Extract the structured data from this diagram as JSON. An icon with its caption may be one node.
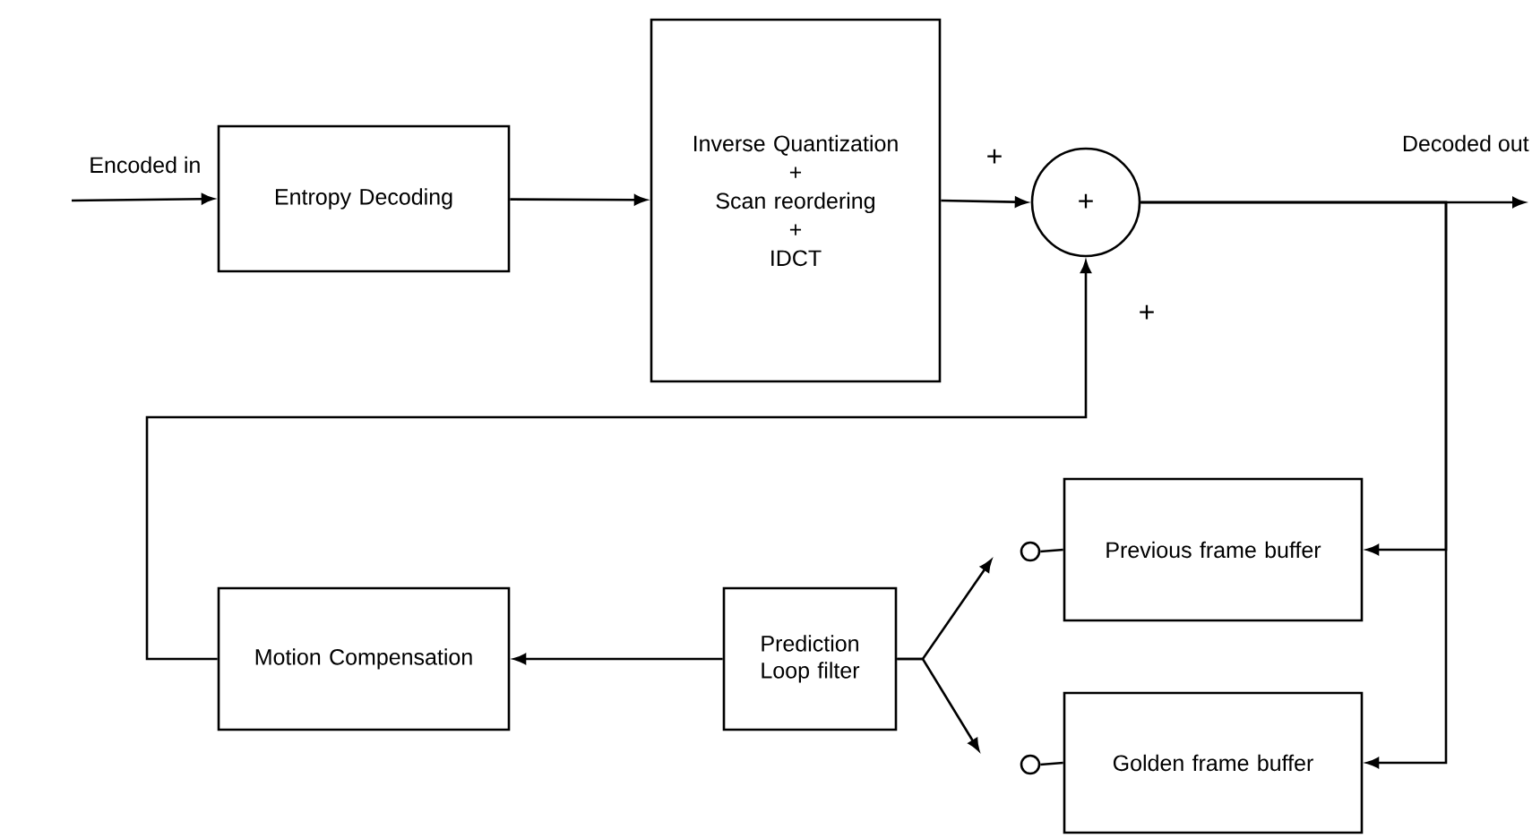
{
  "diagram": {
    "nodes": [
      {
        "text": [
          "Entropy Decoding"
        ]
      },
      {
        "text": [
          "Inverse Quantization",
          "+",
          "Scan reordering",
          "+",
          "IDCT"
        ]
      },
      {
        "text": [
          "+"
        ]
      },
      {
        "text": [
          "Previous frame buffer"
        ]
      },
      {
        "text": [
          "Golden frame buffer"
        ]
      },
      {
        "text": [
          "Prediction Loop filter"
        ]
      },
      {
        "text": [
          "Motion Compensation"
        ]
      },
      {
        "text": [],
        "shape": "circle"
      },
      {
        "text": [],
        "shape": "circle"
      }
    ],
    "edges": [
      {
        "from": null,
        "to": 0,
        "arrow": "to"
      },
      {
        "from": 0,
        "to": 1,
        "arrow": "to"
      },
      {
        "from": 1,
        "to": 2,
        "arrow": "to"
      },
      {
        "from": 6,
        "to": 2,
        "arrow": "to"
      },
      {
        "from": 2,
        "to": null,
        "arrow": "to"
      },
      {
        "from": 2,
        "to": 3,
        "arrow": "to"
      },
      {
        "from": 2,
        "to": 4,
        "arrow": "to"
      },
      {
        "from": 5,
        "to": 6,
        "arrow": "to"
      },
      {
        "from": 5,
        "to": 7,
        "arrow": "to"
      },
      {
        "from": 5,
        "to": 8,
        "arrow": "to"
      },
      {
        "from": 7,
        "to": 3,
        "arrow": "none"
      },
      {
        "from": 8,
        "to": 4,
        "arrow": "none"
      }
    ],
    "labels": [
      "Encoded in",
      "+",
      "+",
      "Decoded out"
    ]
  }
}
